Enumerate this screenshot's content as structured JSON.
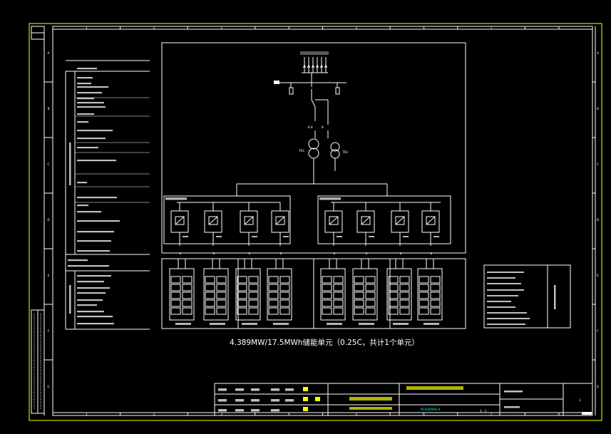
{
  "drawing": {
    "main_title": "4.389MW/17.5MWh储能单元（0.25C，共计1个单元）",
    "column_numbers": [
      "1",
      "2",
      "3",
      "4",
      "5",
      "6",
      "7",
      "8"
    ],
    "row_letters": [
      "A",
      "B",
      "C",
      "D",
      "E",
      "F",
      "G"
    ],
    "colors": {
      "background": "#000000",
      "line": "#ffffff",
      "accent": "#ffff00",
      "info": "#00ffff"
    }
  },
  "title_block": {
    "drawing_number": "PCS00/PAD-4",
    "scale_text": "1 : 1",
    "sheet_text": "1"
  }
}
